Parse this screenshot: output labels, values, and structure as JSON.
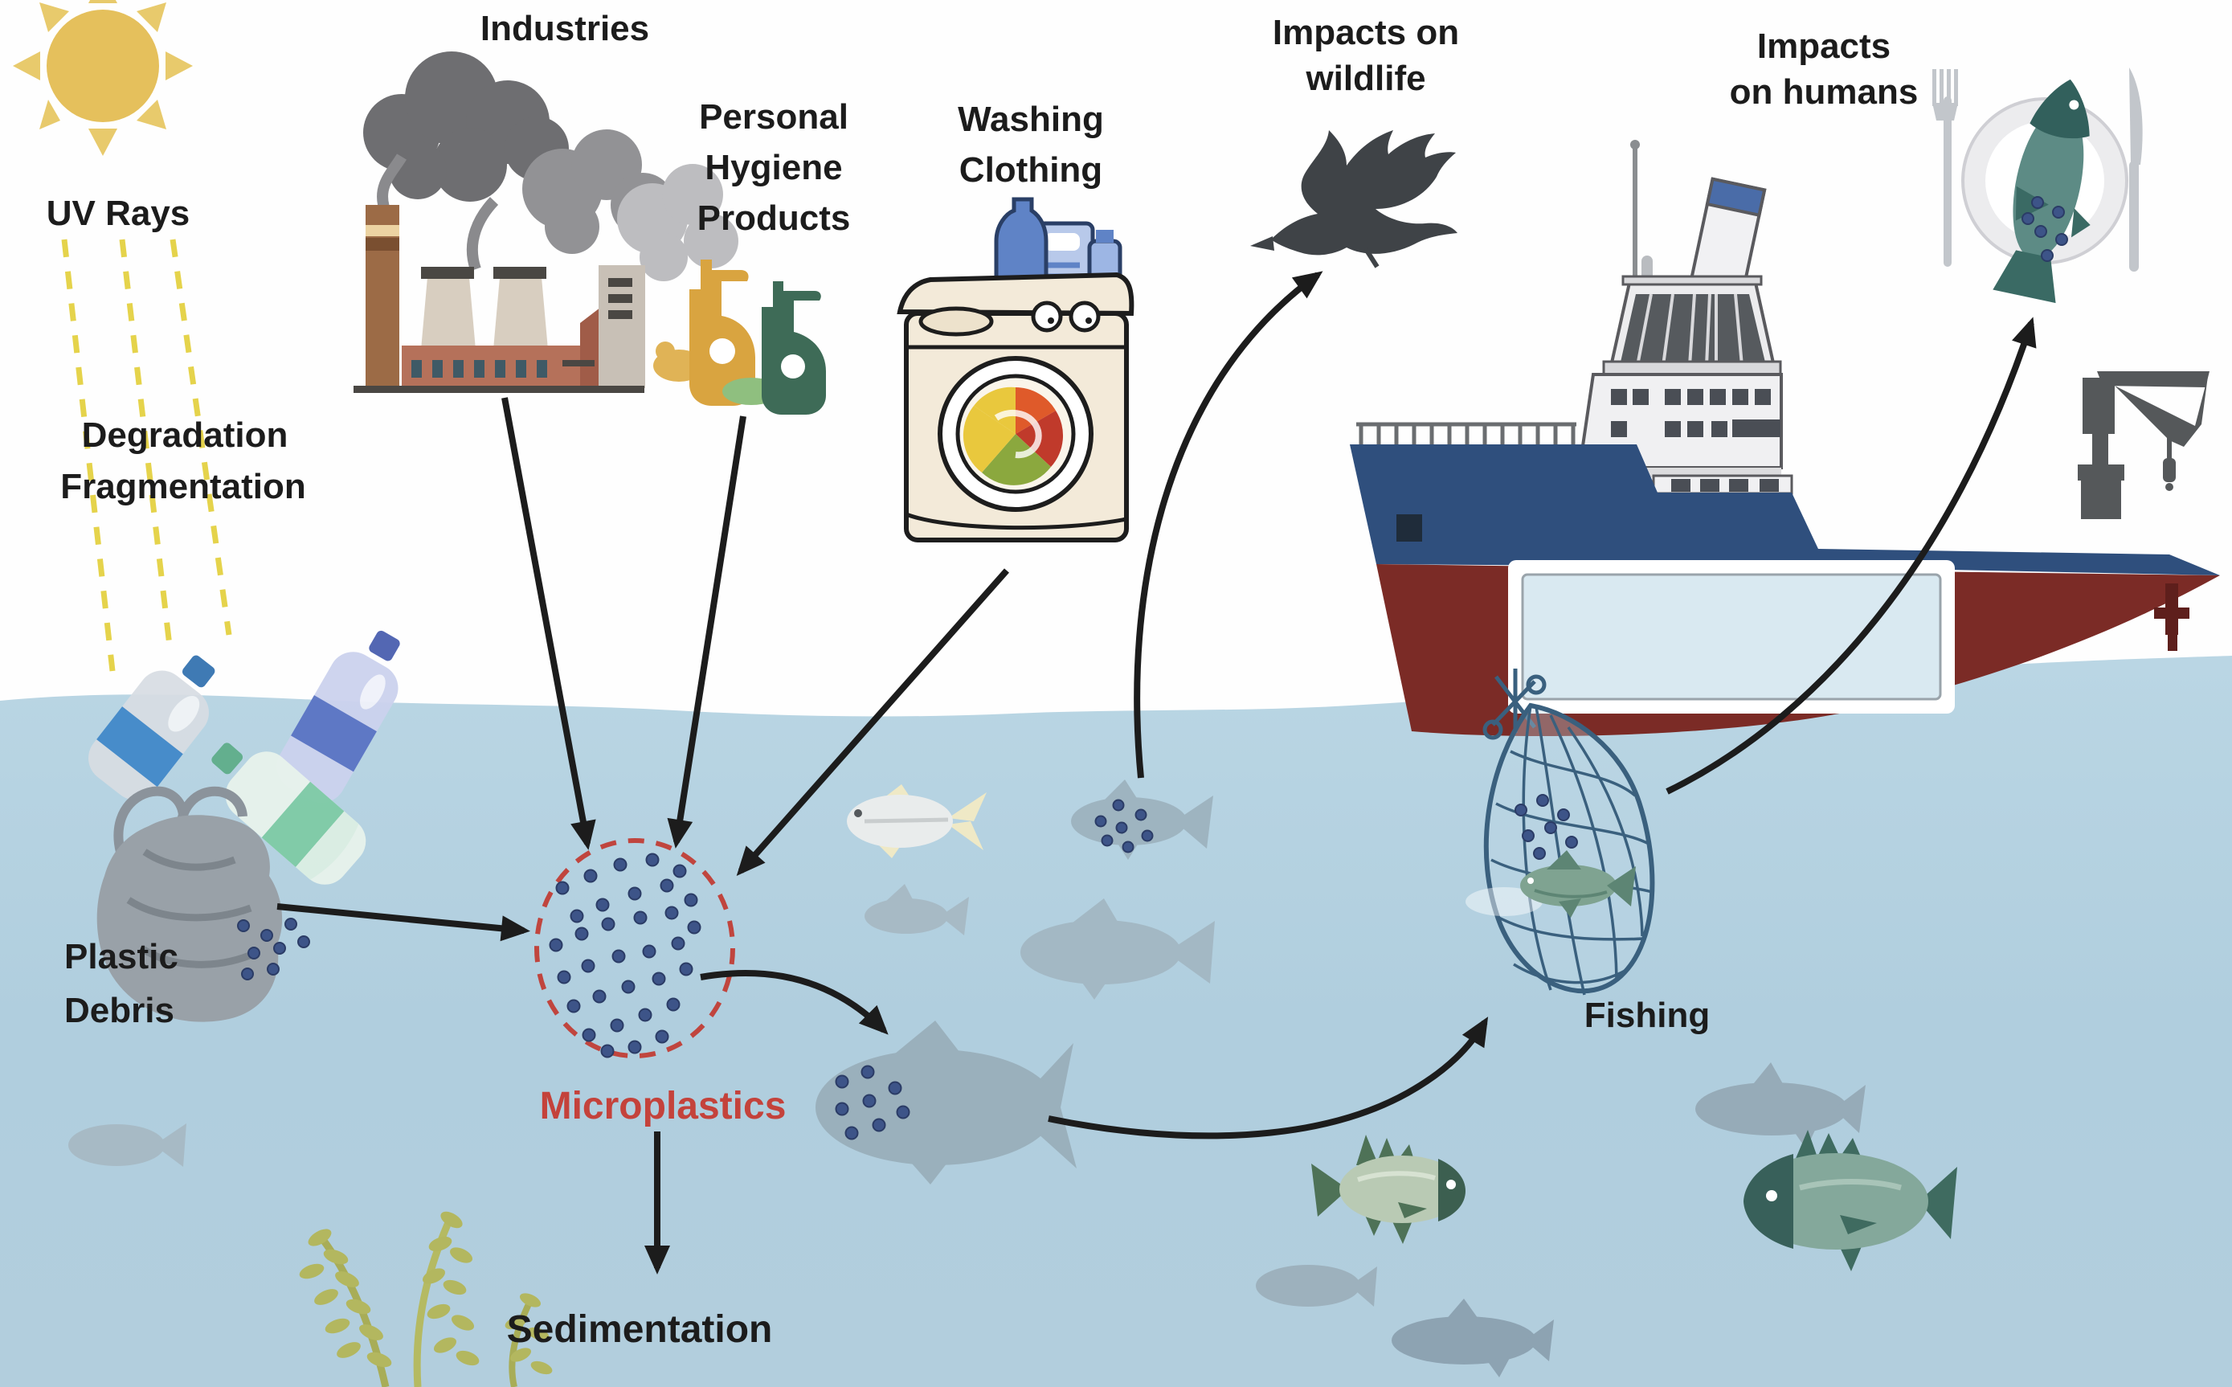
{
  "labels": {
    "uv_rays": "UV Rays",
    "degradation": {
      "line1": "Degradation",
      "line2": "Fragmentation"
    },
    "industries": "Industries",
    "personal_hygiene": {
      "line1": "Personal",
      "line2": "Hygiene",
      "line3": "Products"
    },
    "washing_clothing": {
      "line1": "Washing",
      "line2": "Clothing"
    },
    "impacts_wildlife": {
      "line1": "Impacts on",
      "line2": "wildlife"
    },
    "impacts_humans": {
      "line1": "Impacts",
      "line2": "on humans"
    },
    "plastic_debris": {
      "line1": "Plastic",
      "line2": "Debris"
    },
    "microplastics": "Microplastics",
    "sedimentation": "Sedimentation",
    "fishing": "Fishing"
  },
  "colors": {
    "microplastics_red": "#c4423b",
    "dashed_circle_red": "#c0453e",
    "microplastic_dot_blue": "#3d5488",
    "water_top": "#bad6e4",
    "water_bottom": "#b2cedd",
    "sun_yellow": "#e5c05c",
    "uv_ray_yellow": "#e5d34b",
    "ship_hull_blue": "#2f4f7d",
    "ship_hull_red": "#7b2b26",
    "arrow_black": "#1c1c1c",
    "fish_gray": "#9eb4c0",
    "fish_teal": "#84a89b"
  },
  "icons": {
    "sun": "sun-icon",
    "factory": "factory-icon",
    "hygiene_bottles": "hygiene-bottles-icon",
    "washing_machine": "washing-machine-icon",
    "bird": "bird-icon",
    "ship": "fishing-ship-icon",
    "crane": "crane-icon",
    "net": "fishing-net-icon",
    "plate": "plate-with-fish-icon",
    "fork": "fork-icon",
    "knife": "knife-icon",
    "plastic_bag": "plastic-bag-icon",
    "plastic_bottles": "plastic-bottle-icon",
    "seaweed": "seaweed-icon",
    "fish": "fish-icon"
  }
}
